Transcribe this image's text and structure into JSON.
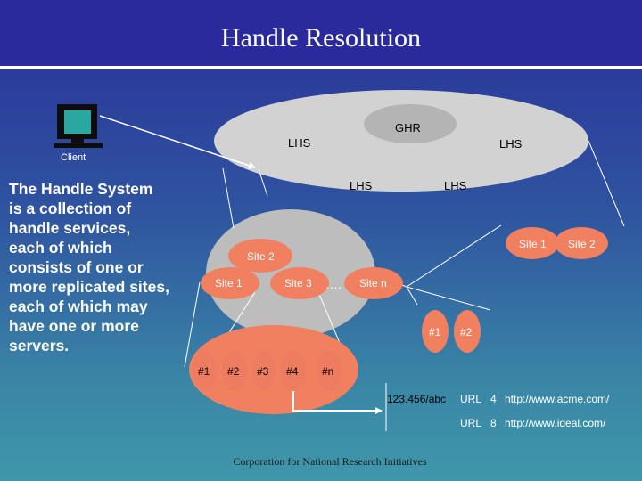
{
  "slide": {
    "title": "Handle Resolution",
    "description": "The Handle System is a collection of handle services, each of which consists of one or more replicated sites, each of which may have one or more servers.",
    "description_lines": [
      "The Handle System",
      "is a collection of",
      "handle services,",
      "each of which",
      "consists of one or",
      "more replicated sites,",
      "each of which may",
      "have one or more",
      "servers."
    ],
    "footer": "Corporation for National Research Initiatives"
  },
  "diagram": {
    "client_label": "Client",
    "ghr_label": "GHR",
    "lhs_labels": [
      "LHS",
      "LHS",
      "LHS",
      "LHS"
    ],
    "service_sites": [
      "Site 1",
      "Site 2",
      "Site 3",
      "Site n"
    ],
    "ellipsis": "….",
    "servers": [
      "#1",
      "#2",
      "#3",
      "#4",
      "#n"
    ],
    "right_sites": [
      "Site 1",
      "Site 2"
    ],
    "right_servers": [
      "#1",
      "#2"
    ],
    "handle": "123.456/abc",
    "records": [
      {
        "type": "URL",
        "index": "4",
        "value": "http://www.acme.com/"
      },
      {
        "type": "URL",
        "index": "8",
        "value": "http://www.ideal.com/"
      }
    ]
  },
  "colors": {
    "title_band": "#2a2a9c",
    "big_ellipse": "#d2d2d2",
    "small_ellipse": "#b8b8b8",
    "site_ellipse": "#f08060",
    "server_oval": "#f08060"
  }
}
